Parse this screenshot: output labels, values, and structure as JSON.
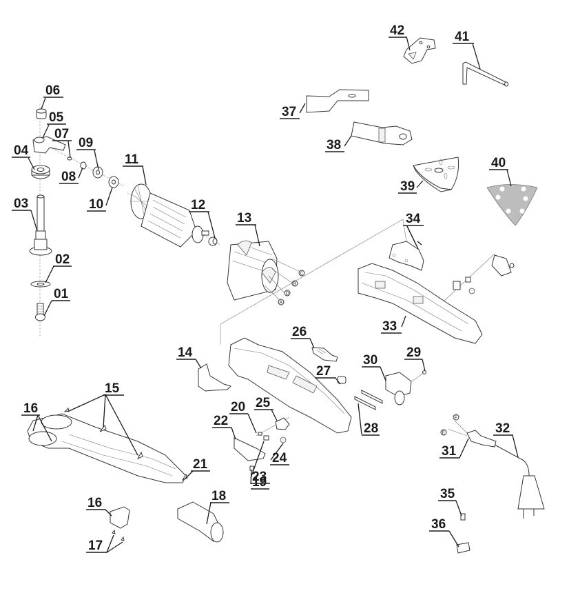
{
  "title": "Exploded parts diagram - oscillating multi-tool",
  "parts": [
    {
      "id": "01",
      "label": "01"
    },
    {
      "id": "02",
      "label": "02"
    },
    {
      "id": "03",
      "label": "03"
    },
    {
      "id": "04",
      "label": "04"
    },
    {
      "id": "05",
      "label": "05"
    },
    {
      "id": "06",
      "label": "06"
    },
    {
      "id": "07",
      "label": "07"
    },
    {
      "id": "08",
      "label": "08"
    },
    {
      "id": "09",
      "label": "09"
    },
    {
      "id": "10",
      "label": "10"
    },
    {
      "id": "11",
      "label": "11"
    },
    {
      "id": "12",
      "label": "12"
    },
    {
      "id": "13",
      "label": "13"
    },
    {
      "id": "14",
      "label": "14"
    },
    {
      "id": "15",
      "label": "15"
    },
    {
      "id": "16a",
      "label": "16"
    },
    {
      "id": "16b",
      "label": "16"
    },
    {
      "id": "17",
      "label": "17"
    },
    {
      "id": "18",
      "label": "18"
    },
    {
      "id": "19",
      "label": "19"
    },
    {
      "id": "20",
      "label": "20"
    },
    {
      "id": "21",
      "label": "21"
    },
    {
      "id": "22",
      "label": "22"
    },
    {
      "id": "23",
      "label": "23"
    },
    {
      "id": "24",
      "label": "24"
    },
    {
      "id": "25",
      "label": "25"
    },
    {
      "id": "26",
      "label": "26"
    },
    {
      "id": "27",
      "label": "27"
    },
    {
      "id": "28",
      "label": "28"
    },
    {
      "id": "29",
      "label": "29"
    },
    {
      "id": "30",
      "label": "30"
    },
    {
      "id": "31",
      "label": "31"
    },
    {
      "id": "32",
      "label": "32"
    },
    {
      "id": "33",
      "label": "33"
    },
    {
      "id": "34",
      "label": "34"
    },
    {
      "id": "35",
      "label": "35"
    },
    {
      "id": "36",
      "label": "36"
    },
    {
      "id": "37",
      "label": "37"
    },
    {
      "id": "38",
      "label": "38"
    },
    {
      "id": "39",
      "label": "39"
    },
    {
      "id": "40",
      "label": "40"
    },
    {
      "id": "41",
      "label": "41"
    },
    {
      "id": "42",
      "label": "42"
    }
  ],
  "wire_markers": {
    "A": "A",
    "B": "B",
    "C": "C",
    "D": "D",
    "E": "E",
    "F": "F"
  }
}
